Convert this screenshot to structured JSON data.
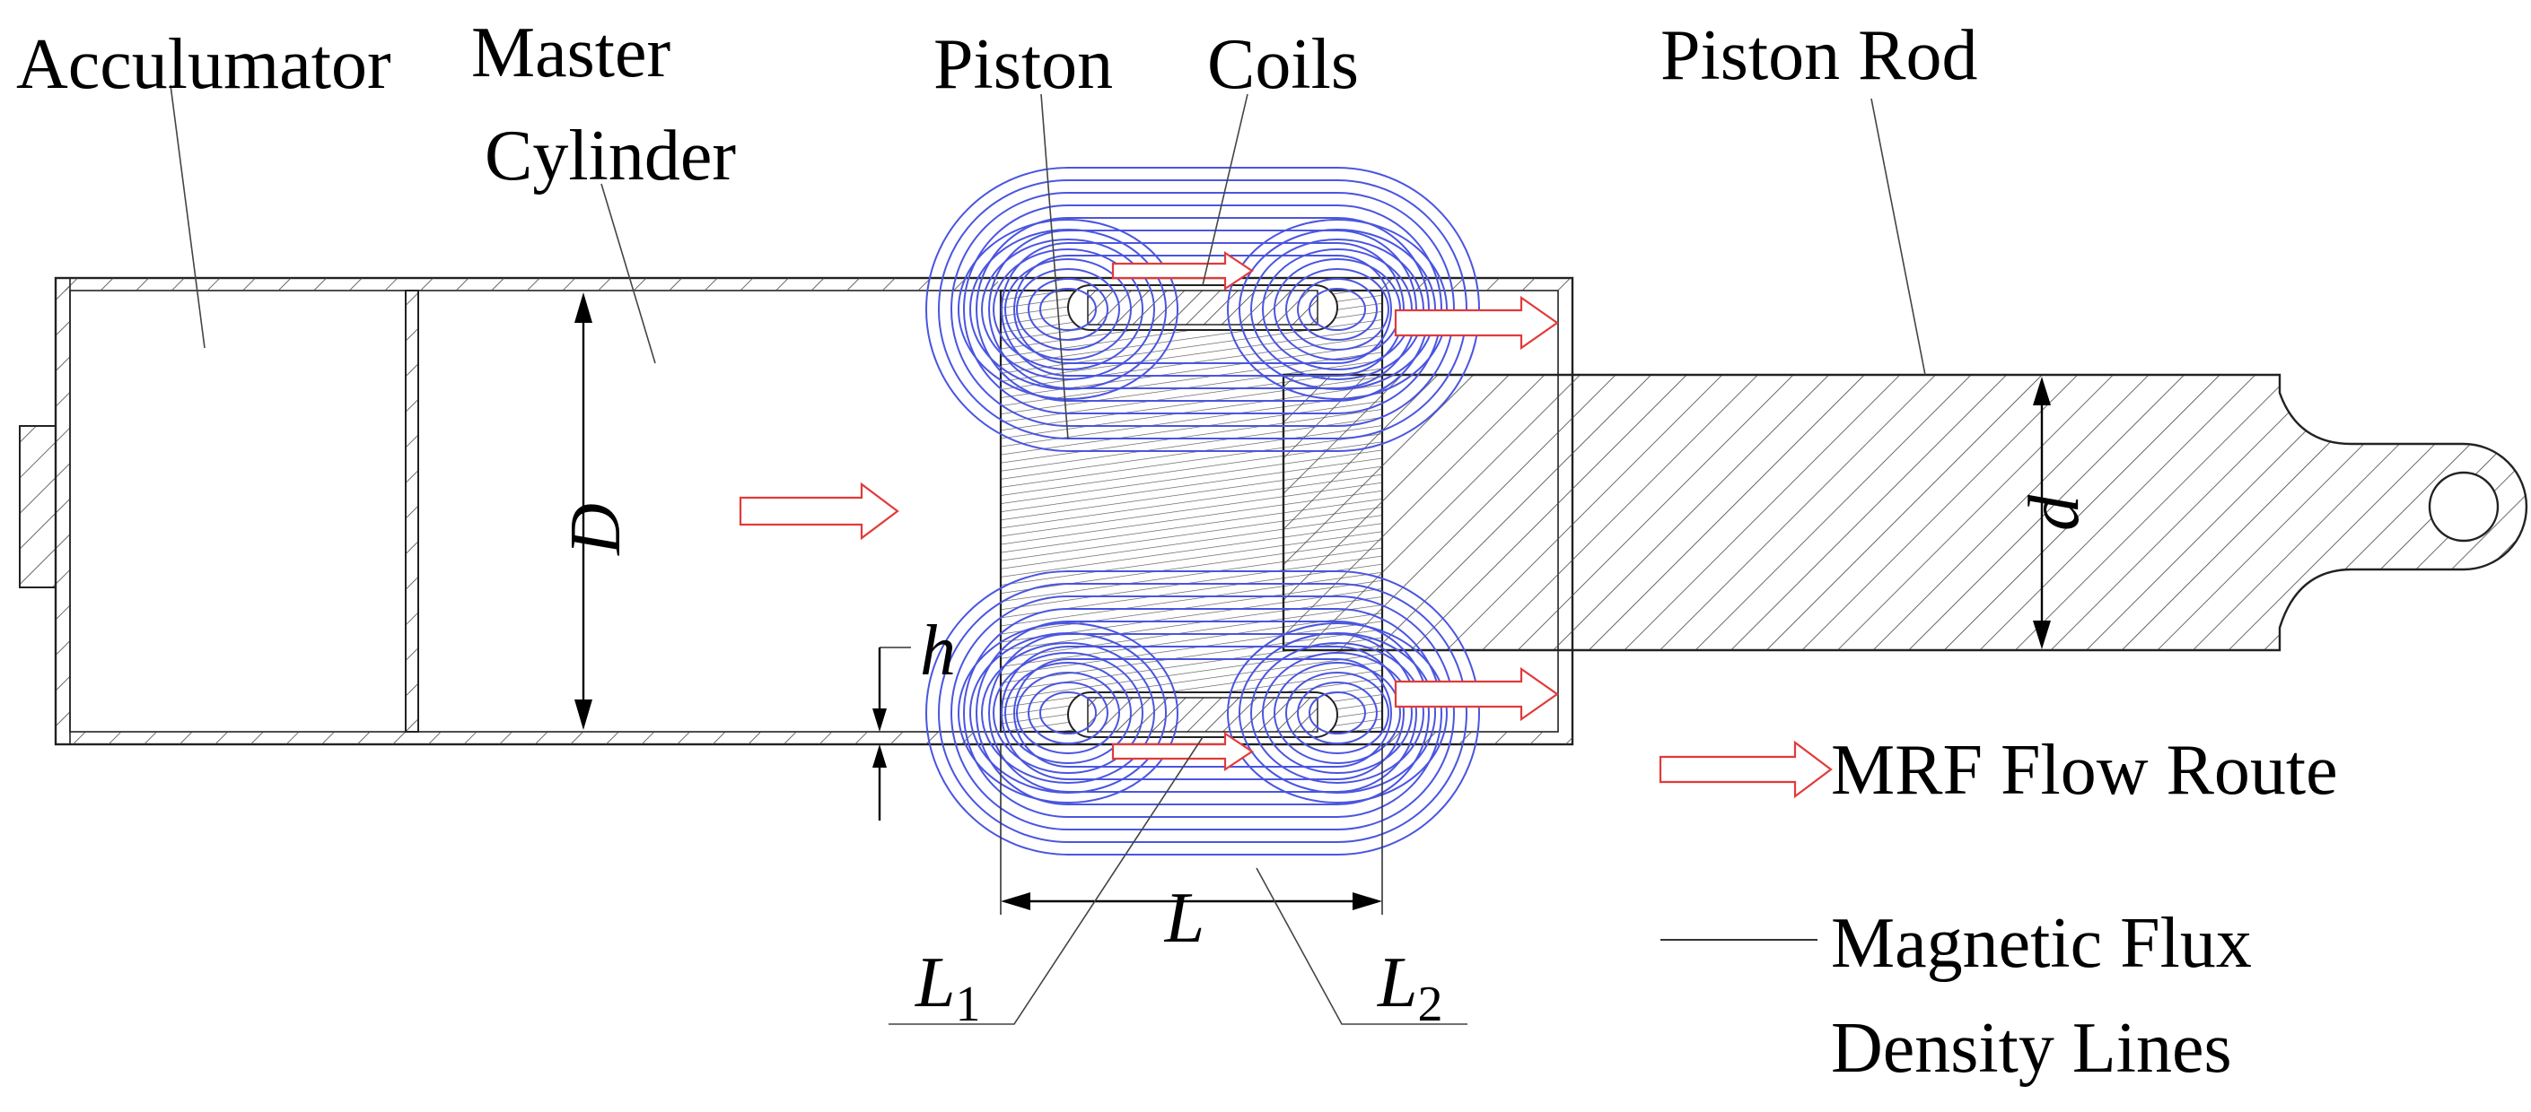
{
  "labels": {
    "accumulator": "Acculumator",
    "master_cylinder_line1": "Master",
    "master_cylinder_line2": "Cylinder",
    "piston": "Piston",
    "coils": "Coils",
    "piston_rod": "Piston Rod"
  },
  "dimensions": {
    "D": "D",
    "d": "d",
    "h": "h",
    "L": "L",
    "L1_base": "L",
    "L1_sub": "1",
    "L2_base": "L",
    "L2_sub": "2"
  },
  "legend": {
    "flow_label": "MRF Flow Route",
    "flux_label_line1": "Magnetic Flux",
    "flux_label_line2": "Density Lines"
  },
  "colors": {
    "flow_arrow": "#e23a3a",
    "flux_lines": "#4a55e0",
    "outline": "#222222"
  }
}
